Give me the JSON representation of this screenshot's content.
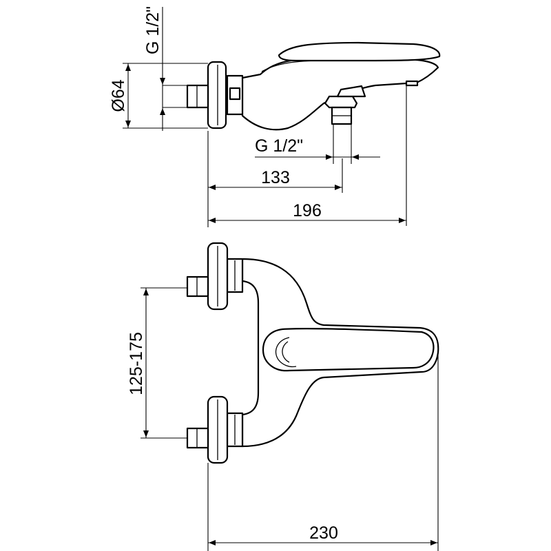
{
  "side_view": {
    "inlet_thread": "G 1/2\"",
    "flange_diameter": "Ø64",
    "outlet_thread": "G 1/2\"",
    "dim_outlet_offset": "133",
    "dim_spout_length": "196"
  },
  "plan_view": {
    "dim_centres": "125-175",
    "dim_overall_length": "230"
  }
}
